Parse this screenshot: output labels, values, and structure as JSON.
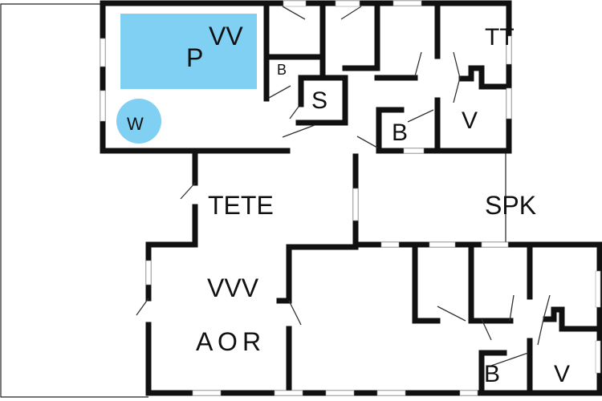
{
  "colors": {
    "wall": "#111111",
    "water": "#7fd0f2",
    "background": "#ffffff"
  },
  "labels": {
    "pool_p": "P",
    "pool_vv": "VV",
    "whirlpool": "W",
    "bath_small": "B",
    "sauna": "S",
    "top_tt": "TT",
    "top_bath": "B",
    "top_v": "V",
    "hall": "TETE",
    "spk": "SPK",
    "living_vvv": "VVV",
    "living_overlay_a": "A",
    "living_overlay_o": "O",
    "living_r": "R",
    "bottom_bath": "B",
    "bottom_v": "V"
  }
}
